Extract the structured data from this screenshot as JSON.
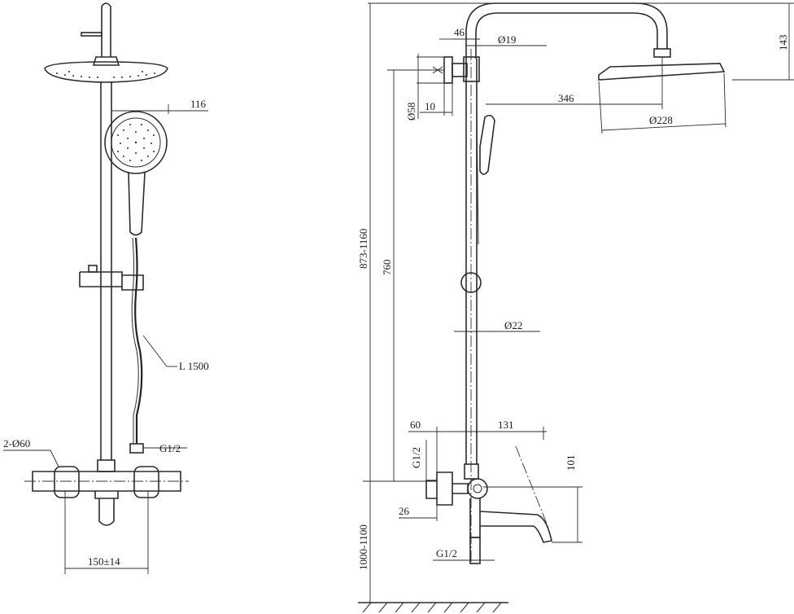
{
  "front_view": {
    "handheld_offset": "116",
    "hose_length": "L 1500",
    "hose_thread": "G1/2",
    "handle_diameter": "2-Ø60",
    "inlet_spacing": "150±14"
  },
  "side_view": {
    "arm_tube_diameter": "Ø19",
    "arm_drop": "143",
    "wall_bracket_offset": "46",
    "bracket_diameter": "Ø58",
    "bracket_depth": "10",
    "arm_reach": "346",
    "head_diameter": "Ø228",
    "rail_length": "760",
    "height_range": "873-1160",
    "riser_diameter": "Ø22",
    "mixer_wall_offset": "60",
    "spout_reach": "131",
    "inlet_thread": "G1/2",
    "spout_drop": "101",
    "eccentric_depth": "26",
    "spout_thread": "G1/2",
    "mount_height": "1000-1100"
  }
}
